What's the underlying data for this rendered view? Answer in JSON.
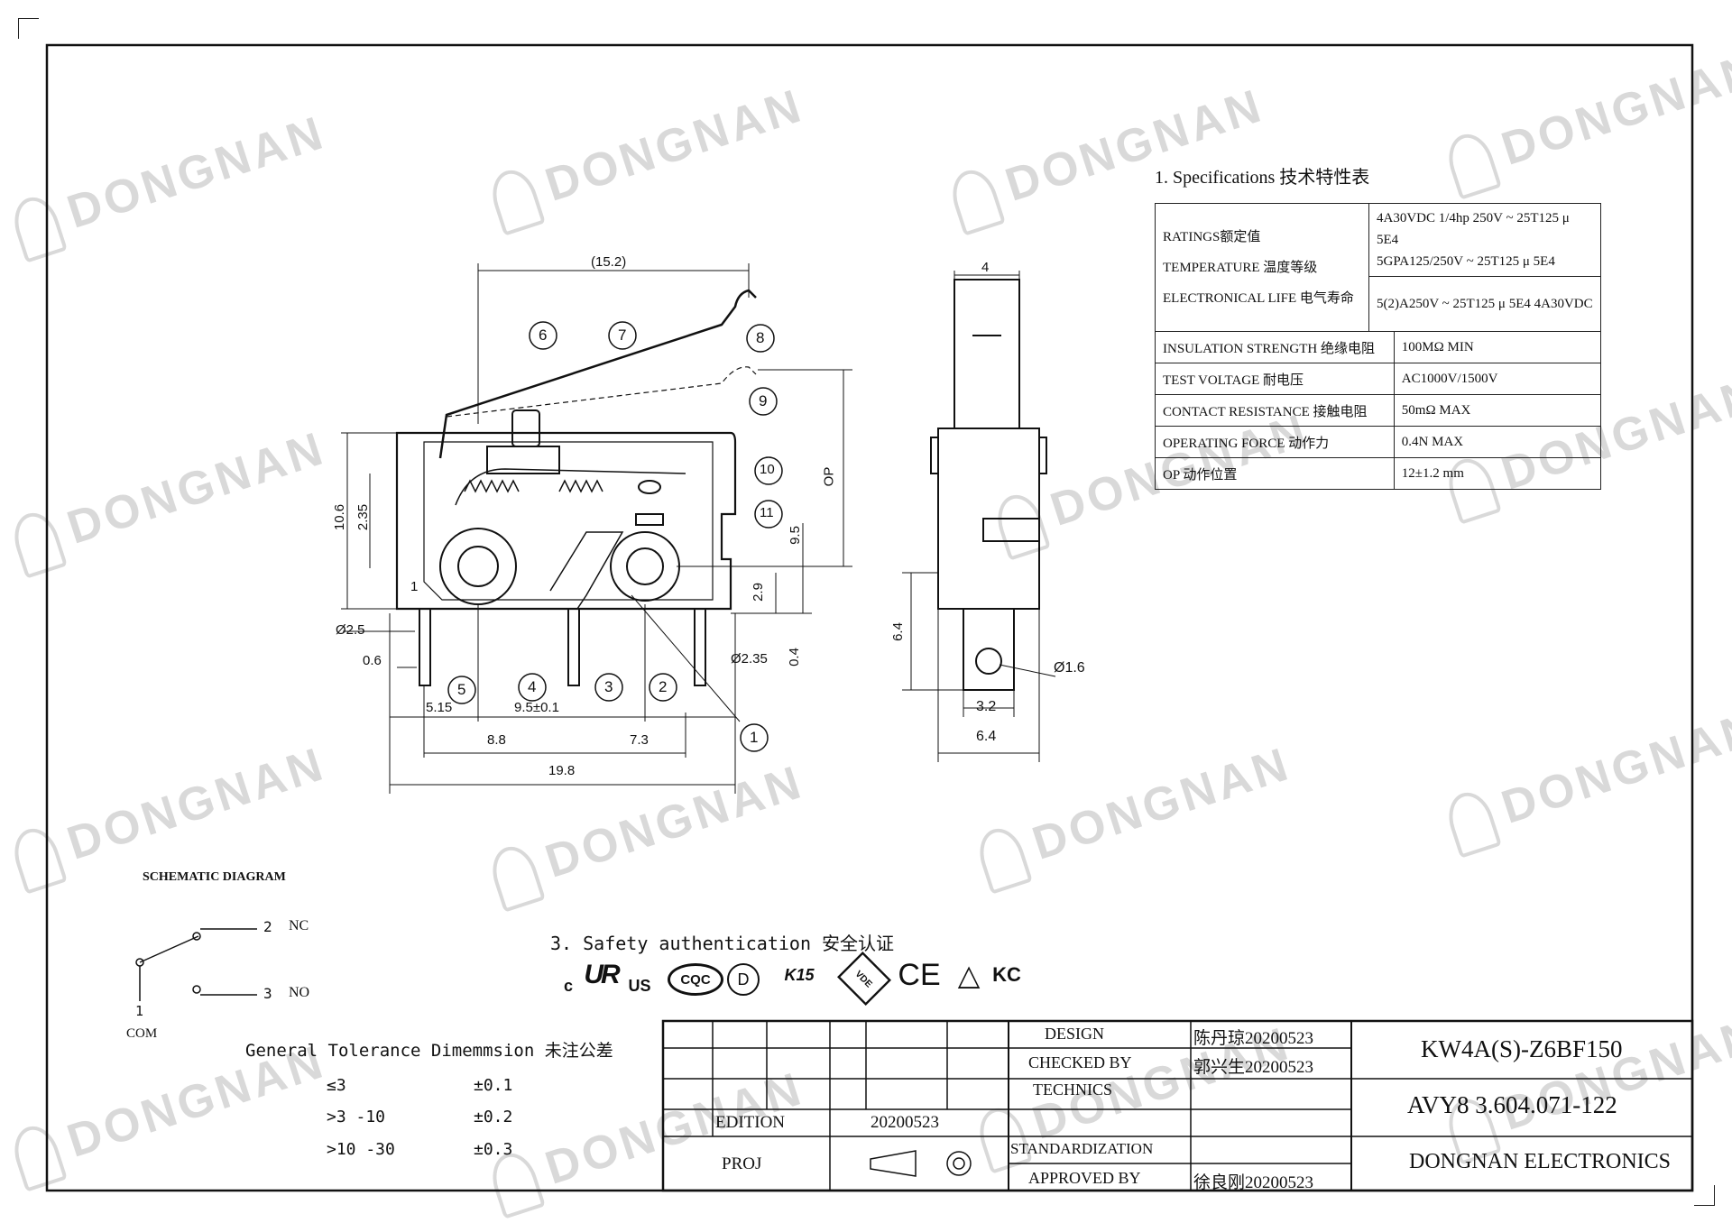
{
  "watermark": {
    "text": "DONGNAN"
  },
  "spec": {
    "heading": "1. Specifications 技术特性表",
    "rows": [
      {
        "label": "RATINGS额定值",
        "value": "4A30VDC 1/4hp 250V ~ 25T125 μ 5E4"
      },
      {
        "label": "TEMPERATURE 温度等级",
        "value": "5GPA125/250V ~ 25T125 μ 5E4"
      },
      {
        "label": "ELECTRONICAL LIFE 电气寿命",
        "value": "5(2)A250V ~ 25T125 μ 5E4 4A30VDC"
      },
      {
        "label": "INSULATION STRENGTH 绝缘电阻",
        "value": "100MΩ MIN"
      },
      {
        "label": "TEST VOLTAGE 耐电压",
        "value": "AC1000V/1500V"
      },
      {
        "label": "CONTACT RESISTANCE 接触电阻",
        "value": "50mΩ MAX"
      },
      {
        "label": "OPERATING FORCE 动作力",
        "value": "0.4N MAX"
      },
      {
        "label": "OP 动作位置",
        "value": "12±1.2 mm"
      }
    ]
  },
  "front_view": {
    "dims": {
      "top": "(15.2)",
      "h1": "10.6",
      "h2": "2.35",
      "op": "OP",
      "h3": "9.5",
      "h4": "2.9",
      "h5": "0.4",
      "hole_left": "Ø2.5",
      "hole_right": "Ø2.35",
      "pin_w": "0.6",
      "d1": "5.15",
      "d2": "9.5±0.1",
      "d3": "8.8",
      "d4": "7.3",
      "total": "19.8"
    },
    "callouts": [
      "1",
      "2",
      "3",
      "4",
      "5",
      "6",
      "7",
      "8",
      "9",
      "10",
      "11"
    ],
    "pin_label": "1"
  },
  "side_view": {
    "dims": {
      "top": "4",
      "h": "6.4",
      "hole": "Ø1.6",
      "w1": "3.2",
      "w2": "6.4"
    }
  },
  "schematic": {
    "title": "SCHEMATIC DIAGRAM",
    "nc_num": "2",
    "nc": "NC",
    "no_num": "3",
    "no": "NO",
    "com_num": "1",
    "com": "COM"
  },
  "tolerance": {
    "title": "General Tolerance Dimemmsion 未注公差",
    "rows": [
      {
        "range": "≤3",
        "tol": "±0.1"
      },
      {
        "range": ">3 -10",
        "tol": "±0.2"
      },
      {
        "range": ">10 -30",
        "tol": "±0.3"
      }
    ]
  },
  "safety": {
    "title": "3. Safety authentication 安全认证",
    "marks": [
      "c",
      "UR",
      "US",
      "CQC",
      "D",
      "K15",
      "VDE",
      "CE",
      "△",
      "KC"
    ]
  },
  "title_block": {
    "edition_label": "EDITION",
    "edition_value": "20200523",
    "proj_label": "PROJ",
    "design_label": "DESIGN",
    "design_value": "陈丹琼20200523",
    "checked_label": "CHECKED BY",
    "checked_value": "郭兴生20200523",
    "technics_label": "TECHNICS",
    "standard_label": "STANDARDIZATION",
    "approved_label": "APPROVED BY",
    "approved_value": "徐良刚20200523",
    "part_no": "KW4A(S)-Z6BF150",
    "drawing_no": "AVY8 3.604.071-122",
    "company": "DONGNAN ELECTRONICS"
  }
}
